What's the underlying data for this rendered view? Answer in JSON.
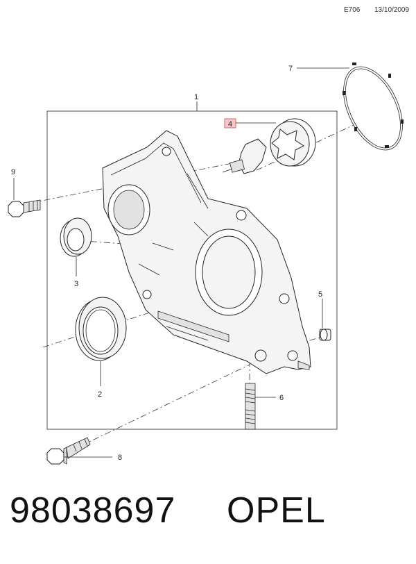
{
  "header": {
    "code": "E706",
    "date": "13/10/2009"
  },
  "callouts": {
    "c1": "1",
    "c2": "2",
    "c3": "3",
    "c4": "4",
    "c5": "5",
    "c6": "6",
    "c7": "7",
    "c8": "8",
    "c9": "9"
  },
  "footer": {
    "part_number": "98038697",
    "brand": "OPEL"
  },
  "colors": {
    "highlight_box": "#f7c6c6",
    "highlight_border": "#d46a6a"
  }
}
